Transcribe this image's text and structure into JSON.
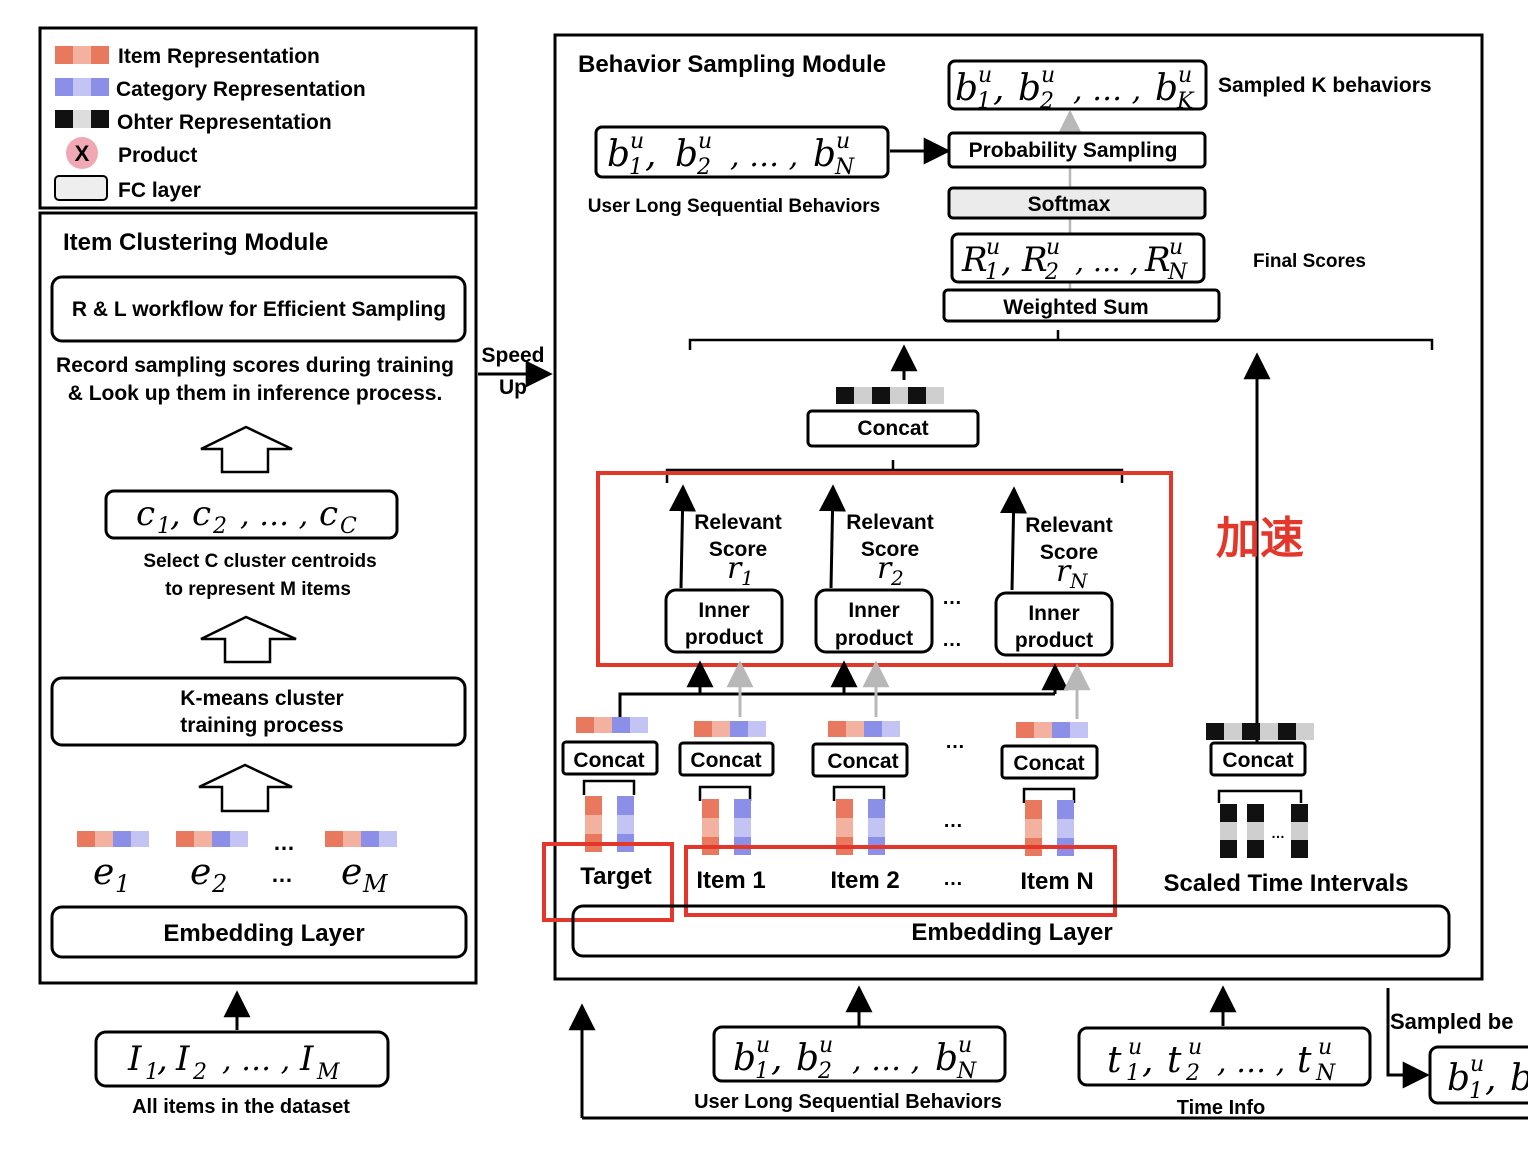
{
  "legend": {
    "item_representation": "Item Representation",
    "category_representation": "Category Representation",
    "other_representation": "Ohter Representation",
    "product_symbol": "X",
    "product": "Product",
    "fc_layer": "FC layer"
  },
  "clustering": {
    "title": "Item Clustering Module",
    "workflow": "R & L workflow for Efficient Sampling",
    "record_line1": "Record sampling scores during training",
    "record_line2": "& Look up them in inference process.",
    "centroids_prefix": "c",
    "centroids_last": "C",
    "select_line1": "Select C cluster centroids",
    "select_line2": "to represent M items",
    "kmeans_line1": "K-means cluster",
    "kmeans_line2": "training process",
    "ellipsis": "…",
    "embedding_var": "e",
    "embedding_last": "M",
    "embedding_layer": "Embedding Layer",
    "items_var": "I",
    "items_last": "M",
    "all_items": "All items in the dataset"
  },
  "speedup": {
    "line1": "Speed",
    "line2": "Up"
  },
  "sampling": {
    "title": "Behavior Sampling Module",
    "b_var": "b",
    "superscript": "u",
    "sampled_last": "K",
    "sampled_label": "Sampled K behaviors",
    "long_last": "N",
    "long_label": "User Long Sequential Behaviors",
    "probability_sampling": "Probability Sampling",
    "softmax": "Softmax",
    "r_var": "R",
    "final_scores": "Final Scores",
    "weighted_sum": "Weighted Sum",
    "concat": "Concat",
    "relevant": "Relevant",
    "score": "Score",
    "score_var": "r",
    "inner": "Inner",
    "product": "product",
    "chinese_label": "加速",
    "target": "Target",
    "item1": "Item 1",
    "item2": "Item 2",
    "itemN": "Item N",
    "scaled_time": "Scaled Time Intervals",
    "embedding_layer": "Embedding Layer"
  },
  "inputs": {
    "behaviors_label": "User Long Sequential Behaviors",
    "t_var": "t",
    "time_info": "Time Info",
    "sampled_cut": "Sampled be"
  },
  "colors": {
    "item_dark": "#e8795e",
    "item_light": "#f2b29f",
    "cat_dark": "#8c8fe8",
    "cat_light": "#c3c4f3",
    "red_highlight": "#e2372a",
    "gray_arrow": "#b8b8b8"
  }
}
